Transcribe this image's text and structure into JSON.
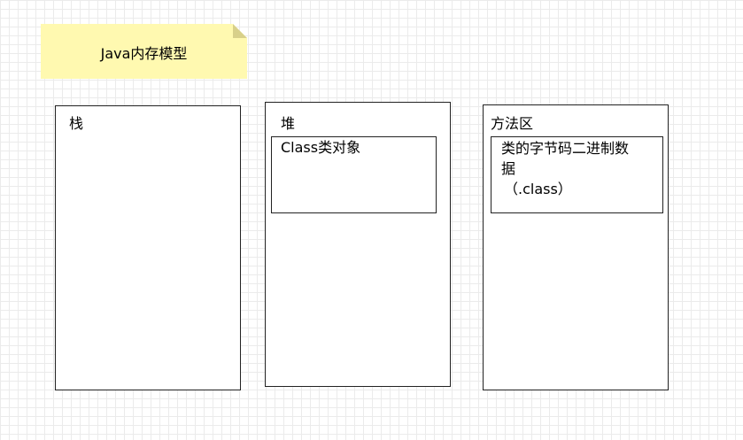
{
  "note": {
    "label": "Java内存模型"
  },
  "stack": {
    "title": "栈"
  },
  "heap": {
    "title": "堆",
    "inner_label": "Class类对象"
  },
  "method_area": {
    "title": "方法区",
    "inner_line1": "类的字节码二进制数",
    "inner_line2": "据",
    "inner_line3": "（.class）"
  },
  "colors": {
    "note_fill": "#fff9b0",
    "border": "#222222",
    "grid": "#ebebeb"
  }
}
